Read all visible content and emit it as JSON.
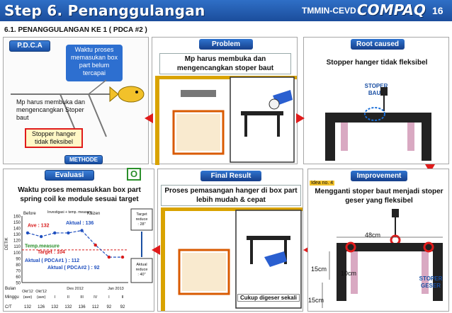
{
  "header": {
    "title": "Step 6. Penanggulangan",
    "org": "TMMIN-CEVD",
    "brand": "COMPAQ",
    "page_number": "16"
  },
  "subtitle": "6.1. PENANGGULANGAN KE 1 ( PDCA #2 )",
  "pdca": {
    "tag": "P.D.C.A",
    "fish_head": "Waktu proses memasukan box part belum tercapai",
    "cause_1": "Mp harus membuka dan mengencangkan Stoper baut",
    "cause_2": "Stopper hanger tidak fleksibel",
    "method_tag": "METHODE"
  },
  "problem": {
    "header": "Problem",
    "caption": "Mp harus membuka dan mengencangkan stoper baut"
  },
  "root_cause": {
    "header": "Root caused",
    "caption": "Stopper hanger tidak fleksibel",
    "label": "STOPER BAUT"
  },
  "evaluasi": {
    "tag": "Evaluasi",
    "status": "O",
    "caption": "Waktu proses memasukkan box part spring coil ke module sesuai target"
  },
  "final_result": {
    "header": "Final Result",
    "caption": "Proses pemasangan hanger di box part lebih mudah & cepat",
    "note": "Cukup digeser sekali"
  },
  "improvement": {
    "header": "Improvement",
    "idea": "Idea no. 4",
    "caption": "Mengganti stoper baut menjadi stoper geser yang fleksibel",
    "dim_width": "48cm",
    "dim_h1": "15cm",
    "dim_h2": "10cm",
    "dim_h3": "15cm",
    "label": "STOPER GESER"
  },
  "chart_data": {
    "type": "line",
    "ylabel": "DETIK",
    "ylim": [
      50,
      160
    ],
    "yticks": [
      50,
      60,
      70,
      80,
      90,
      100,
      110,
      120,
      130,
      140,
      150,
      160
    ],
    "section_labels": {
      "before": "Before",
      "invest": "Investigasi + temp. measure",
      "kaizen": "Kaizen"
    },
    "annotations": {
      "ave": "Ave : 132",
      "aktual": "Aktual : 136",
      "temp": "Temp.measure",
      "target": "Target : 104",
      "pdca1": "Aktual ( PDCA#1 ) : 112",
      "pdca2": "Aktual ( PDCA#2 ) : 92",
      "target_reduce": "Target reduce : 28\"",
      "aktual_reduce": "Aktual reduce : 40\""
    },
    "x_rows": {
      "bulan_label": "Bulan",
      "bulan": [
        "Okt'12",
        "Okt'12",
        "Des 2012",
        "Jan 2013"
      ],
      "minggu_label": "Minggu",
      "minggu": [
        "(ave)",
        "(ave)",
        "I",
        "II",
        "III",
        "IV",
        "I",
        "II"
      ],
      "ct_label": "C/T",
      "ct": [
        "132",
        "126",
        "132",
        "132",
        "136",
        "112",
        "92",
        "92"
      ]
    },
    "series": [
      {
        "values": [
          132,
          126,
          132,
          132,
          136,
          112,
          92,
          92
        ]
      }
    ],
    "target": 104,
    "colors": {
      "line": "#1f4fbf",
      "target": "#d81b1b",
      "temp": "#2a8f2a"
    }
  }
}
